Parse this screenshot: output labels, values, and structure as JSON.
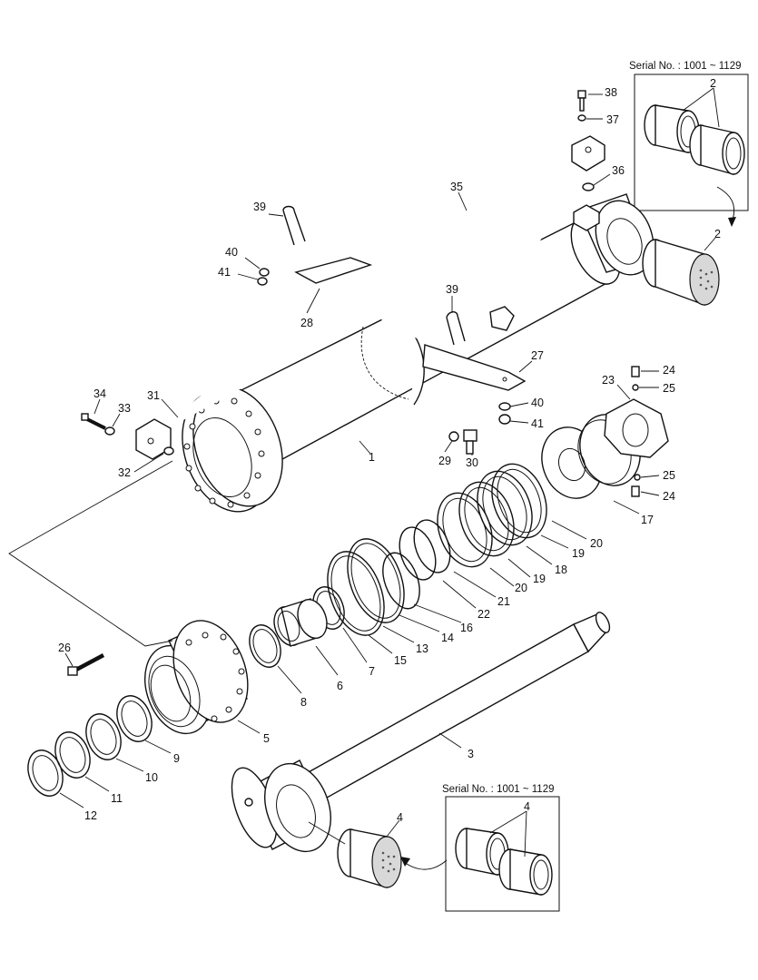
{
  "serial_boxes": [
    {
      "id": "top",
      "label": "Serial No. : 1001 ~ 1129"
    },
    {
      "id": "bottom",
      "label": "Serial No. : 1001 ~ 1129"
    }
  ],
  "callouts": {
    "p1": "1",
    "p2a": "2",
    "p2b": "2",
    "p3": "3",
    "p4a": "4",
    "p4b": "4",
    "p5": "5",
    "p6": "6",
    "p7": "7",
    "p8": "8",
    "p9": "9",
    "p10": "10",
    "p11": "11",
    "p12": "12",
    "p13": "13",
    "p14": "14",
    "p15": "15",
    "p16": "16",
    "p17": "17",
    "p18": "18",
    "p19a": "19",
    "p19b": "19",
    "p20a": "20",
    "p20b": "20",
    "p21": "21",
    "p22": "22",
    "p23": "23",
    "p24a": "24",
    "p24b": "24",
    "p25a": "25",
    "p25b": "25",
    "p26": "26",
    "p27": "27",
    "p28": "28",
    "p29": "29",
    "p30": "30",
    "p31": "31",
    "p32": "32",
    "p33": "33",
    "p34": "34",
    "p35": "35",
    "p36": "36",
    "p37": "37",
    "p38": "38",
    "p39a": "39",
    "p39b": "39",
    "p40a": "40",
    "p40b": "40",
    "p41a": "41",
    "p41b": "41"
  }
}
